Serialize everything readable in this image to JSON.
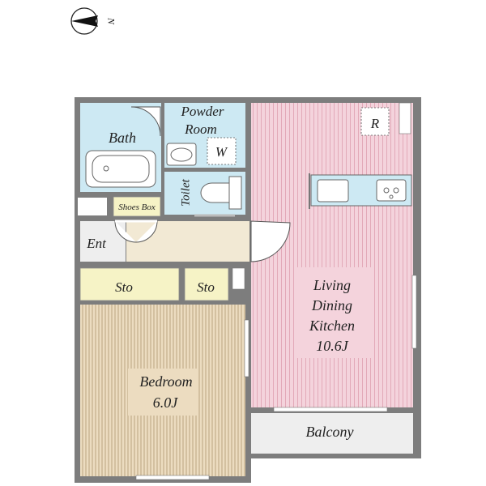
{
  "compass": {
    "label": "N",
    "icon": "north-arrow-icon"
  },
  "rooms": {
    "bath": "Bath",
    "powder_room": [
      "Powder",
      "Room"
    ],
    "washer": "W",
    "refrigerator": "R",
    "toilet": "Toilet",
    "shoes_box": "Shoes Box",
    "entrance": "Ent",
    "storage_left": "Sto",
    "storage_right": "Sto",
    "ldk": [
      "Living",
      "Dining",
      "Kitchen",
      "10.6J"
    ],
    "bedroom": [
      "Bedroom",
      "6.0J"
    ],
    "balcony": "Balcony"
  },
  "colors": {
    "wall": "#7d7d7d",
    "wet_area": "#cde9f3",
    "ldk": "#f4d3dc",
    "ldk_stripe": "#e2a9b8",
    "bedroom": "#ecdcc0",
    "bedroom_stripe": "#b59f78",
    "hall": "#f2e9d4",
    "storage": "#f6f3c6",
    "balcony": "#eeeeee"
  }
}
